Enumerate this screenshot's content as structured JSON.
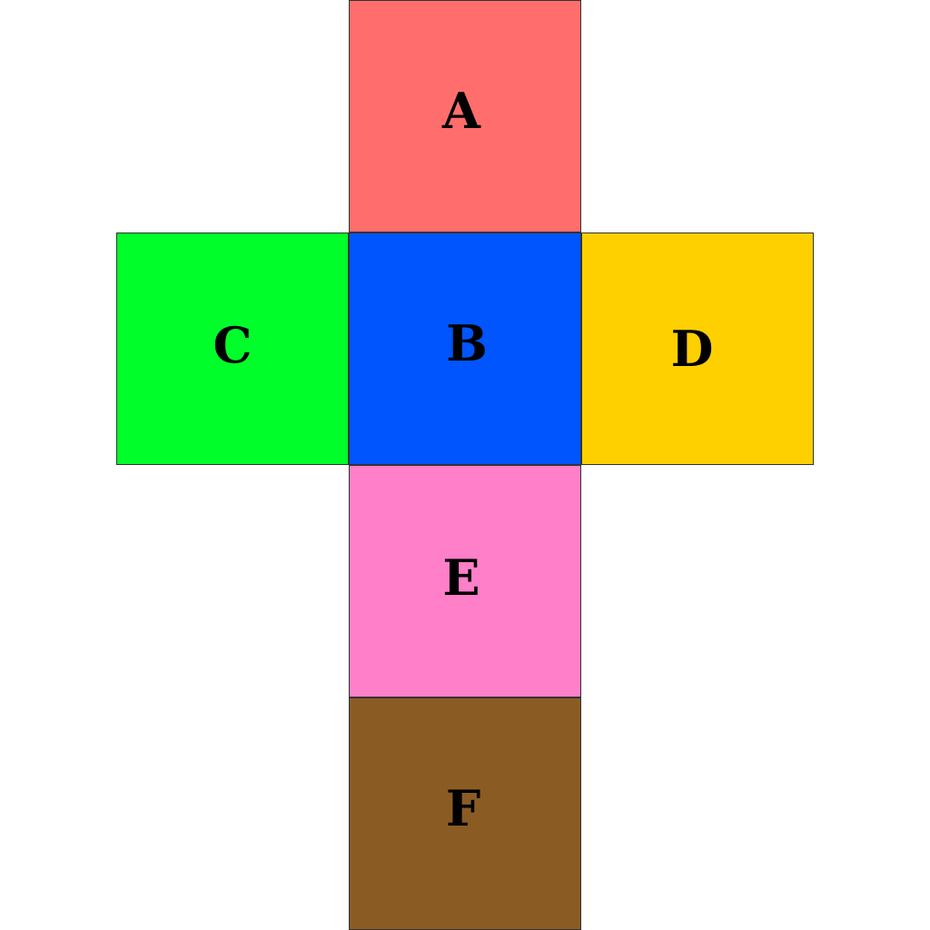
{
  "faces": [
    {
      "id": "a",
      "label": "A",
      "color": "#FF6E6C"
    },
    {
      "id": "b",
      "label": "B",
      "color": "#0055FF"
    },
    {
      "id": "c",
      "label": "C",
      "color": "#00FF2A"
    },
    {
      "id": "d",
      "label": "D",
      "color": "#FFD000"
    },
    {
      "id": "e",
      "label": "E",
      "color": "#FF7FC8"
    },
    {
      "id": "f",
      "label": "F",
      "color": "#8A5C24"
    }
  ]
}
